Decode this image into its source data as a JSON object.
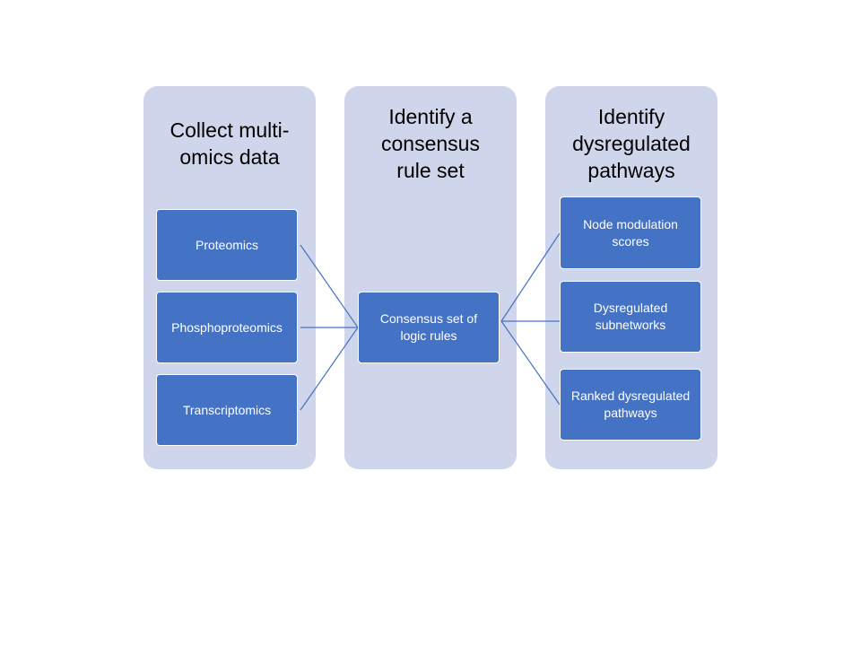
{
  "columns": [
    {
      "title": "Collect multi-omics data",
      "items": [
        "Proteomics",
        "Phosphoproteomics",
        "Transcriptomics"
      ]
    },
    {
      "title": "Identify a consensus rule set",
      "items": [
        "Consensus set of logic rules"
      ]
    },
    {
      "title": "Identify dysregulated pathways",
      "items": [
        "Node modulation scores",
        "Dysregulated subnetworks",
        "Ranked dysregulated pathways"
      ]
    }
  ],
  "colors": {
    "column_background": "#cfd5ea",
    "node_fill": "#4472c4",
    "connector": "#4472c4"
  }
}
